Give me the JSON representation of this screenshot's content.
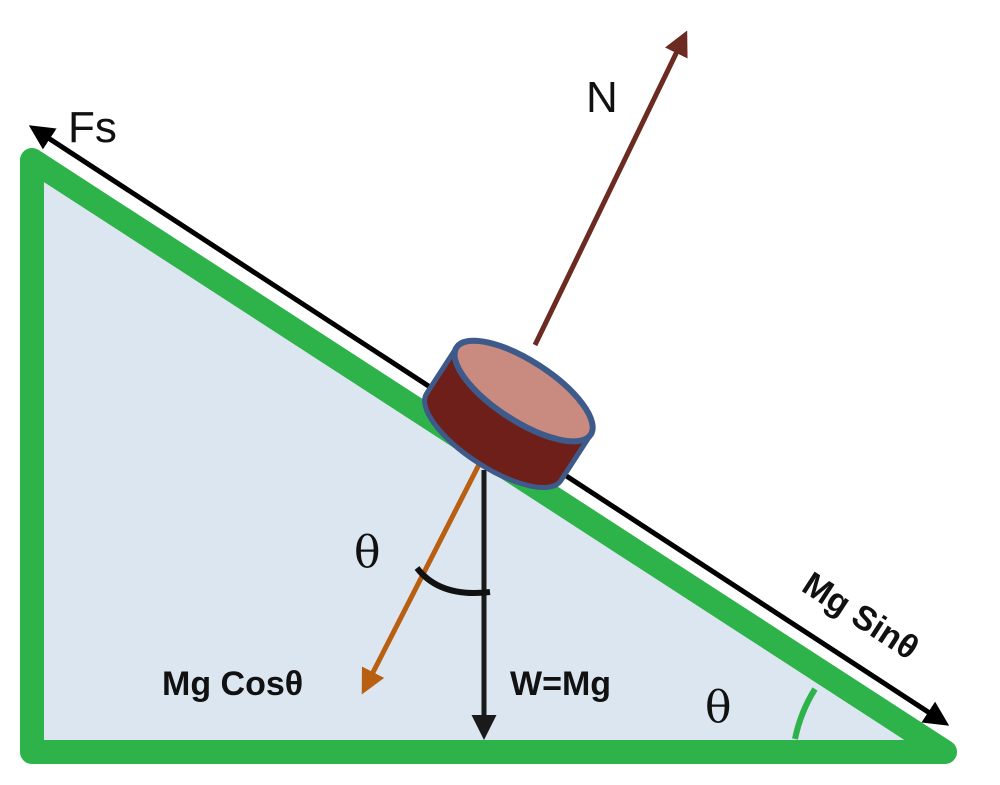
{
  "labels": {
    "friction": "Fs",
    "normal": "N",
    "weight": "W=Mg",
    "normal_component": "Mg Cosθ",
    "parallel_component": "Mg Sinθ",
    "theta_weight": "θ",
    "theta_incline": "θ"
  },
  "colors": {
    "incline_border": "#2eb24a",
    "incline_fill": "#dce6f1",
    "slope_arrow": "#000000",
    "normal_arrow": "#6b2a22",
    "normal_component_arrow": "#b85f12",
    "weight_arrow": "#1a1a1a",
    "block_body": "#6e1f1a",
    "block_top": "#c98a80",
    "block_outline": "#3d5a8a"
  },
  "icons": {
    "block": "cylinder-block-icon"
  }
}
